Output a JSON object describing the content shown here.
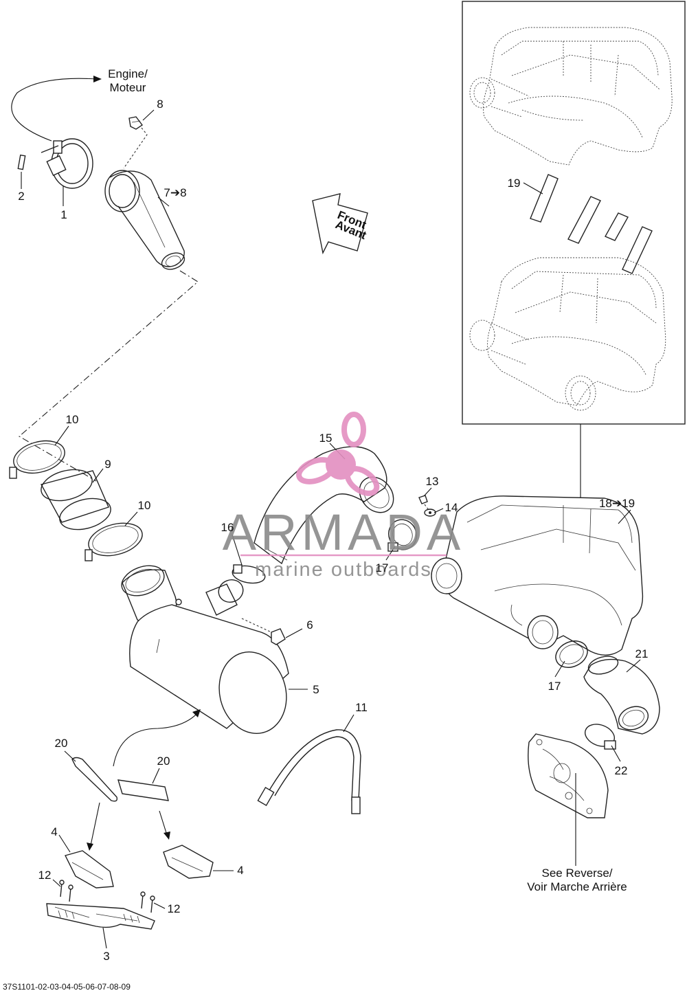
{
  "labels": {
    "engine": [
      "Engine/",
      "Moteur"
    ],
    "front": [
      "Front",
      "Avant"
    ],
    "see_reverse": [
      "See Reverse/",
      "Voir Marche Arrière"
    ],
    "p1": "1",
    "p2": "2",
    "p3": "3",
    "p4a": "4",
    "p4b": "4",
    "p5": "5",
    "p6": "6",
    "p7_8": "7➔8",
    "p8": "8",
    "p9": "9",
    "p10a": "10",
    "p10b": "10",
    "p11": "11",
    "p12a": "12",
    "p12b": "12",
    "p13": "13",
    "p14": "14",
    "p15": "15",
    "p16": "16",
    "p17a": "17",
    "p17b": "17",
    "p18_19": "18➔19",
    "p19": "19",
    "p20a": "20",
    "p20b": "20",
    "p21": "21",
    "p22": "22"
  },
  "watermark": {
    "brand": "ARMADA",
    "tagline": "marine outboards",
    "color": "#e38fc0"
  },
  "diagram_code": "37S1101-02-03-04-05-06-07-08-09"
}
